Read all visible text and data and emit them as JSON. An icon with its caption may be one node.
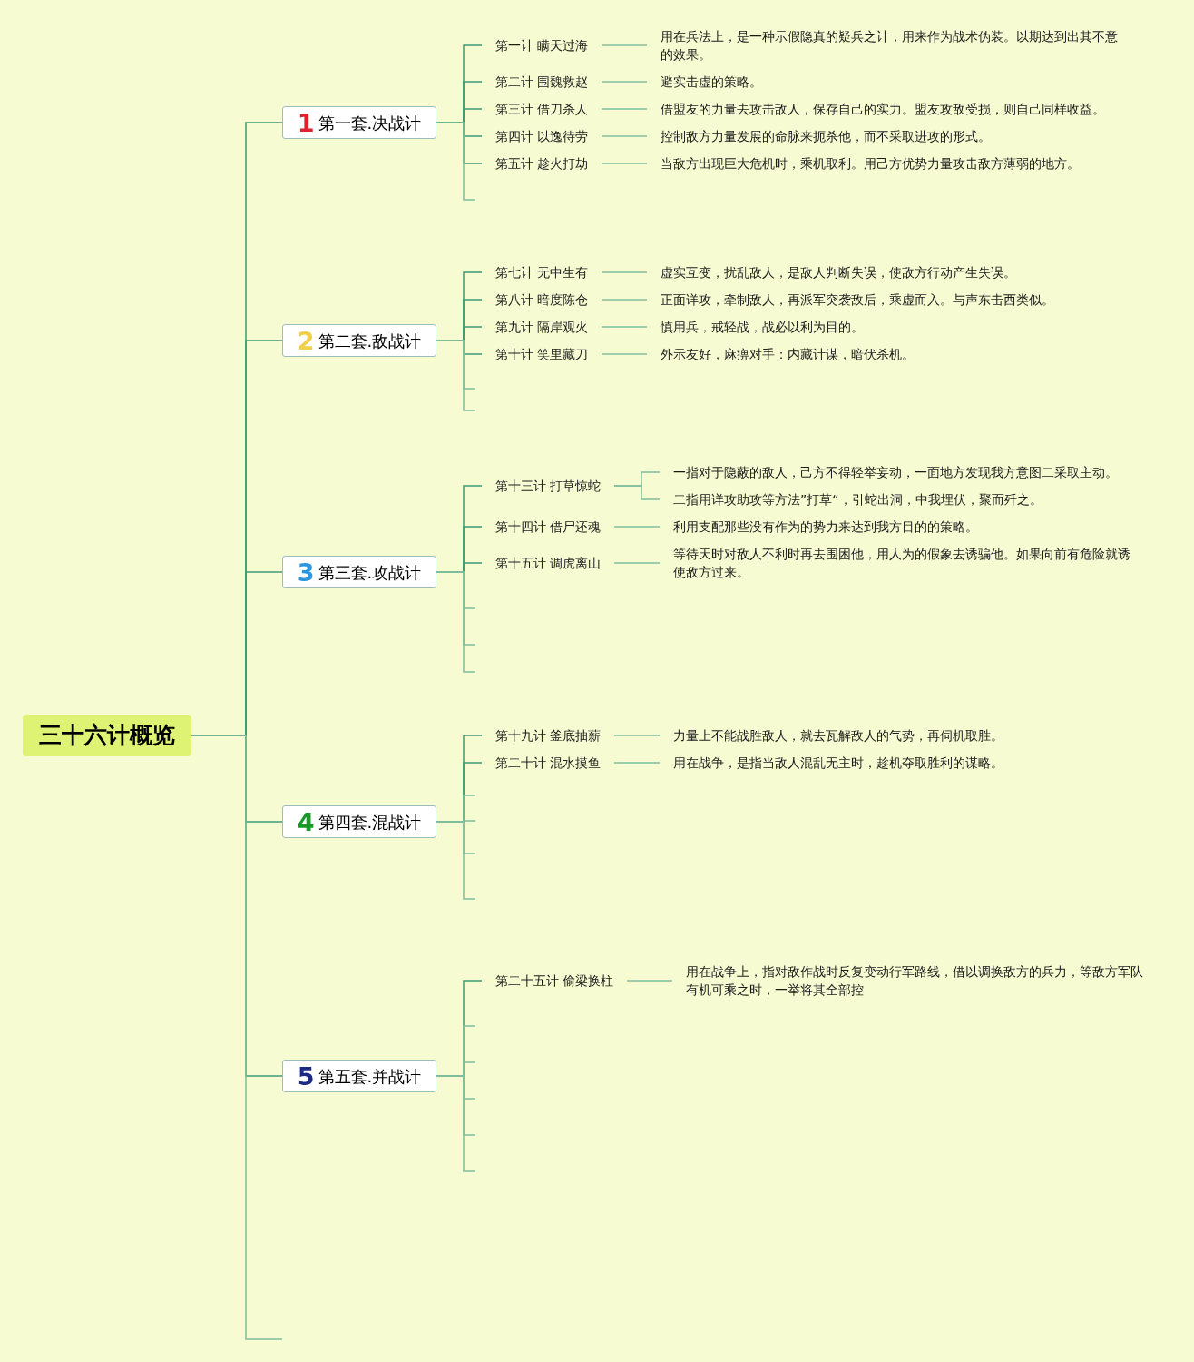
{
  "diagram": {
    "nodes": [
      {
        "text": [
          "三十六计概览"
        ]
      },
      {
        "text": [
          "1",
          "第一套.决战计"
        ]
      },
      {
        "text": [
          "第一计 瞒天过海"
        ]
      },
      {
        "text": [
          "用在兵法上，是一种示假隐真的疑兵之计，用来作为战术伪装。以期达到出其不意的效果。"
        ]
      },
      {
        "text": [
          "第二计 围魏救赵"
        ]
      },
      {
        "text": [
          "避实击虚的策略。"
        ]
      },
      {
        "text": [
          "第三计 借刀杀人"
        ]
      },
      {
        "text": [
          "借盟友的力量去攻击敌人，保存自己的实力。盟友攻敌受损，则自己同样收益。"
        ]
      },
      {
        "text": [
          "第四计 以逸待劳"
        ]
      },
      {
        "text": [
          "控制敌方力量发展的命脉来扼杀他，而不采取进攻的形式。"
        ]
      },
      {
        "text": [
          "第五计 趁火打劫"
        ]
      },
      {
        "text": [
          "当敌方出现巨大危机时，乘机取利。用己方优势力量攻击敌方薄弱的地方。"
        ]
      },
      {
        "text": [
          "2",
          "第二套.敌战计"
        ]
      },
      {
        "text": [
          "第七计 无中生有"
        ]
      },
      {
        "text": [
          "虚实互变，扰乱敌人，是敌人判断失误，使敌方行动产生失误。"
        ]
      },
      {
        "text": [
          "第八计 暗度陈仓"
        ]
      },
      {
        "text": [
          "正面详攻，牵制敌人，再派军突袭敌后，乘虚而入。与声东击西类似。"
        ]
      },
      {
        "text": [
          "第九计 隔岸观火"
        ]
      },
      {
        "text": [
          "慎用兵，戒轻战，战必以利为目的。"
        ]
      },
      {
        "text": [
          "第十计 笑里藏刀"
        ]
      },
      {
        "text": [
          "外示友好，麻痹对手：内藏计谋，暗伏杀机。"
        ]
      },
      {
        "text": [
          "3",
          "第三套.攻战计"
        ]
      },
      {
        "text": [
          "第十三计 打草惊蛇"
        ]
      },
      {
        "text": [
          "一指对于隐蔽的敌人，己方不得轻举妄动，一面地方发现我方意图二采取主动。"
        ]
      },
      {
        "text": [
          "二指用详攻助攻等方法”打草“，引蛇出洞，中我埋伏，聚而歼之。"
        ]
      },
      {
        "text": [
          "第十四计 借尸还魂"
        ]
      },
      {
        "text": [
          "利用支配那些没有作为的势力来达到我方目的的策略。"
        ]
      },
      {
        "text": [
          "第十五计 调虎离山"
        ]
      },
      {
        "text": [
          "等待天时对敌人不利时再去围困他，用人为的假象去诱骗他。如果向前有危险就诱使敌方过来。"
        ]
      },
      {
        "text": [
          "4",
          "第四套.混战计"
        ]
      },
      {
        "text": [
          "第十九计 釜底抽薪"
        ]
      },
      {
        "text": [
          "力量上不能战胜敌人，就去瓦解敌人的气势，再伺机取胜。"
        ]
      },
      {
        "text": [
          "第二十计 混水摸鱼"
        ]
      },
      {
        "text": [
          "用在战争，是指当敌人混乱无主时，趁机夺取胜利的谋略。"
        ]
      },
      {
        "text": [
          "5",
          "第五套.并战计"
        ]
      },
      {
        "text": [
          "第二十五计 偷梁换柱"
        ]
      },
      {
        "text": [
          "用在战争上，指对敌作战时反复变动行军路线，借以调换敌方的兵力，等敌方军队有机可乘之时，一举将其全部控"
        ]
      }
    ],
    "edges": [
      {
        "from": 0,
        "to": 1,
        "arrow": "none"
      },
      {
        "from": 0,
        "to": 12,
        "arrow": "none"
      },
      {
        "from": 0,
        "to": 21,
        "arrow": "none"
      },
      {
        "from": 0,
        "to": 29,
        "arrow": "none"
      },
      {
        "from": 0,
        "to": 34,
        "arrow": "none"
      },
      {
        "from": 0,
        "to": null,
        "arrow": "none"
      },
      {
        "from": 1,
        "to": 2,
        "arrow": "none"
      },
      {
        "from": 1,
        "to": 4,
        "arrow": "none"
      },
      {
        "from": 1,
        "to": 6,
        "arrow": "none"
      },
      {
        "from": 1,
        "to": 8,
        "arrow": "none"
      },
      {
        "from": 1,
        "to": 10,
        "arrow": "none"
      },
      {
        "from": 1,
        "to": null,
        "arrow": "none"
      },
      {
        "from": 2,
        "to": 3,
        "arrow": "none"
      },
      {
        "from": 4,
        "to": 5,
        "arrow": "none"
      },
      {
        "from": 6,
        "to": 7,
        "arrow": "none"
      },
      {
        "from": 8,
        "to": 9,
        "arrow": "none"
      },
      {
        "from": 10,
        "to": 11,
        "arrow": "none"
      },
      {
        "from": 12,
        "to": 13,
        "arrow": "none"
      },
      {
        "from": 12,
        "to": 15,
        "arrow": "none"
      },
      {
        "from": 12,
        "to": 17,
        "arrow": "none"
      },
      {
        "from": 12,
        "to": 19,
        "arrow": "none"
      },
      {
        "from": 12,
        "to": null,
        "arrow": "none"
      },
      {
        "from": 12,
        "to": null,
        "arrow": "none"
      },
      {
        "from": 13,
        "to": 14,
        "arrow": "none"
      },
      {
        "from": 15,
        "to": 16,
        "arrow": "none"
      },
      {
        "from": 17,
        "to": 18,
        "arrow": "none"
      },
      {
        "from": 19,
        "to": 20,
        "arrow": "none"
      },
      {
        "from": 21,
        "to": 22,
        "arrow": "none"
      },
      {
        "from": 21,
        "to": 25,
        "arrow": "none"
      },
      {
        "from": 21,
        "to": 27,
        "arrow": "none"
      },
      {
        "from": 21,
        "to": null,
        "arrow": "none"
      },
      {
        "from": 21,
        "to": null,
        "arrow": "none"
      },
      {
        "from": 21,
        "to": null,
        "arrow": "none"
      },
      {
        "from": 22,
        "to": 23,
        "arrow": "none"
      },
      {
        "from": 22,
        "to": 24,
        "arrow": "none"
      },
      {
        "from": 25,
        "to": 26,
        "arrow": "none"
      },
      {
        "from": 27,
        "to": 28,
        "arrow": "none"
      },
      {
        "from": 29,
        "to": 30,
        "arrow": "none"
      },
      {
        "from": 29,
        "to": 32,
        "arrow": "none"
      },
      {
        "from": 29,
        "to": null,
        "arrow": "none"
      },
      {
        "from": 29,
        "to": null,
        "arrow": "none"
      },
      {
        "from": 29,
        "to": null,
        "arrow": "none"
      },
      {
        "from": 29,
        "to": null,
        "arrow": "none"
      },
      {
        "from": 30,
        "to": 31,
        "arrow": "none"
      },
      {
        "from": 32,
        "to": 33,
        "arrow": "none"
      },
      {
        "from": 34,
        "to": 35,
        "arrow": "none"
      },
      {
        "from": 34,
        "to": null,
        "arrow": "none"
      },
      {
        "from": 34,
        "to": null,
        "arrow": "none"
      },
      {
        "from": 34,
        "to": null,
        "arrow": "none"
      },
      {
        "from": 34,
        "to": null,
        "arrow": "none"
      },
      {
        "from": 34,
        "to": null,
        "arrow": "none"
      },
      {
        "from": 35,
        "to": 36,
        "arrow": "none"
      }
    ]
  }
}
